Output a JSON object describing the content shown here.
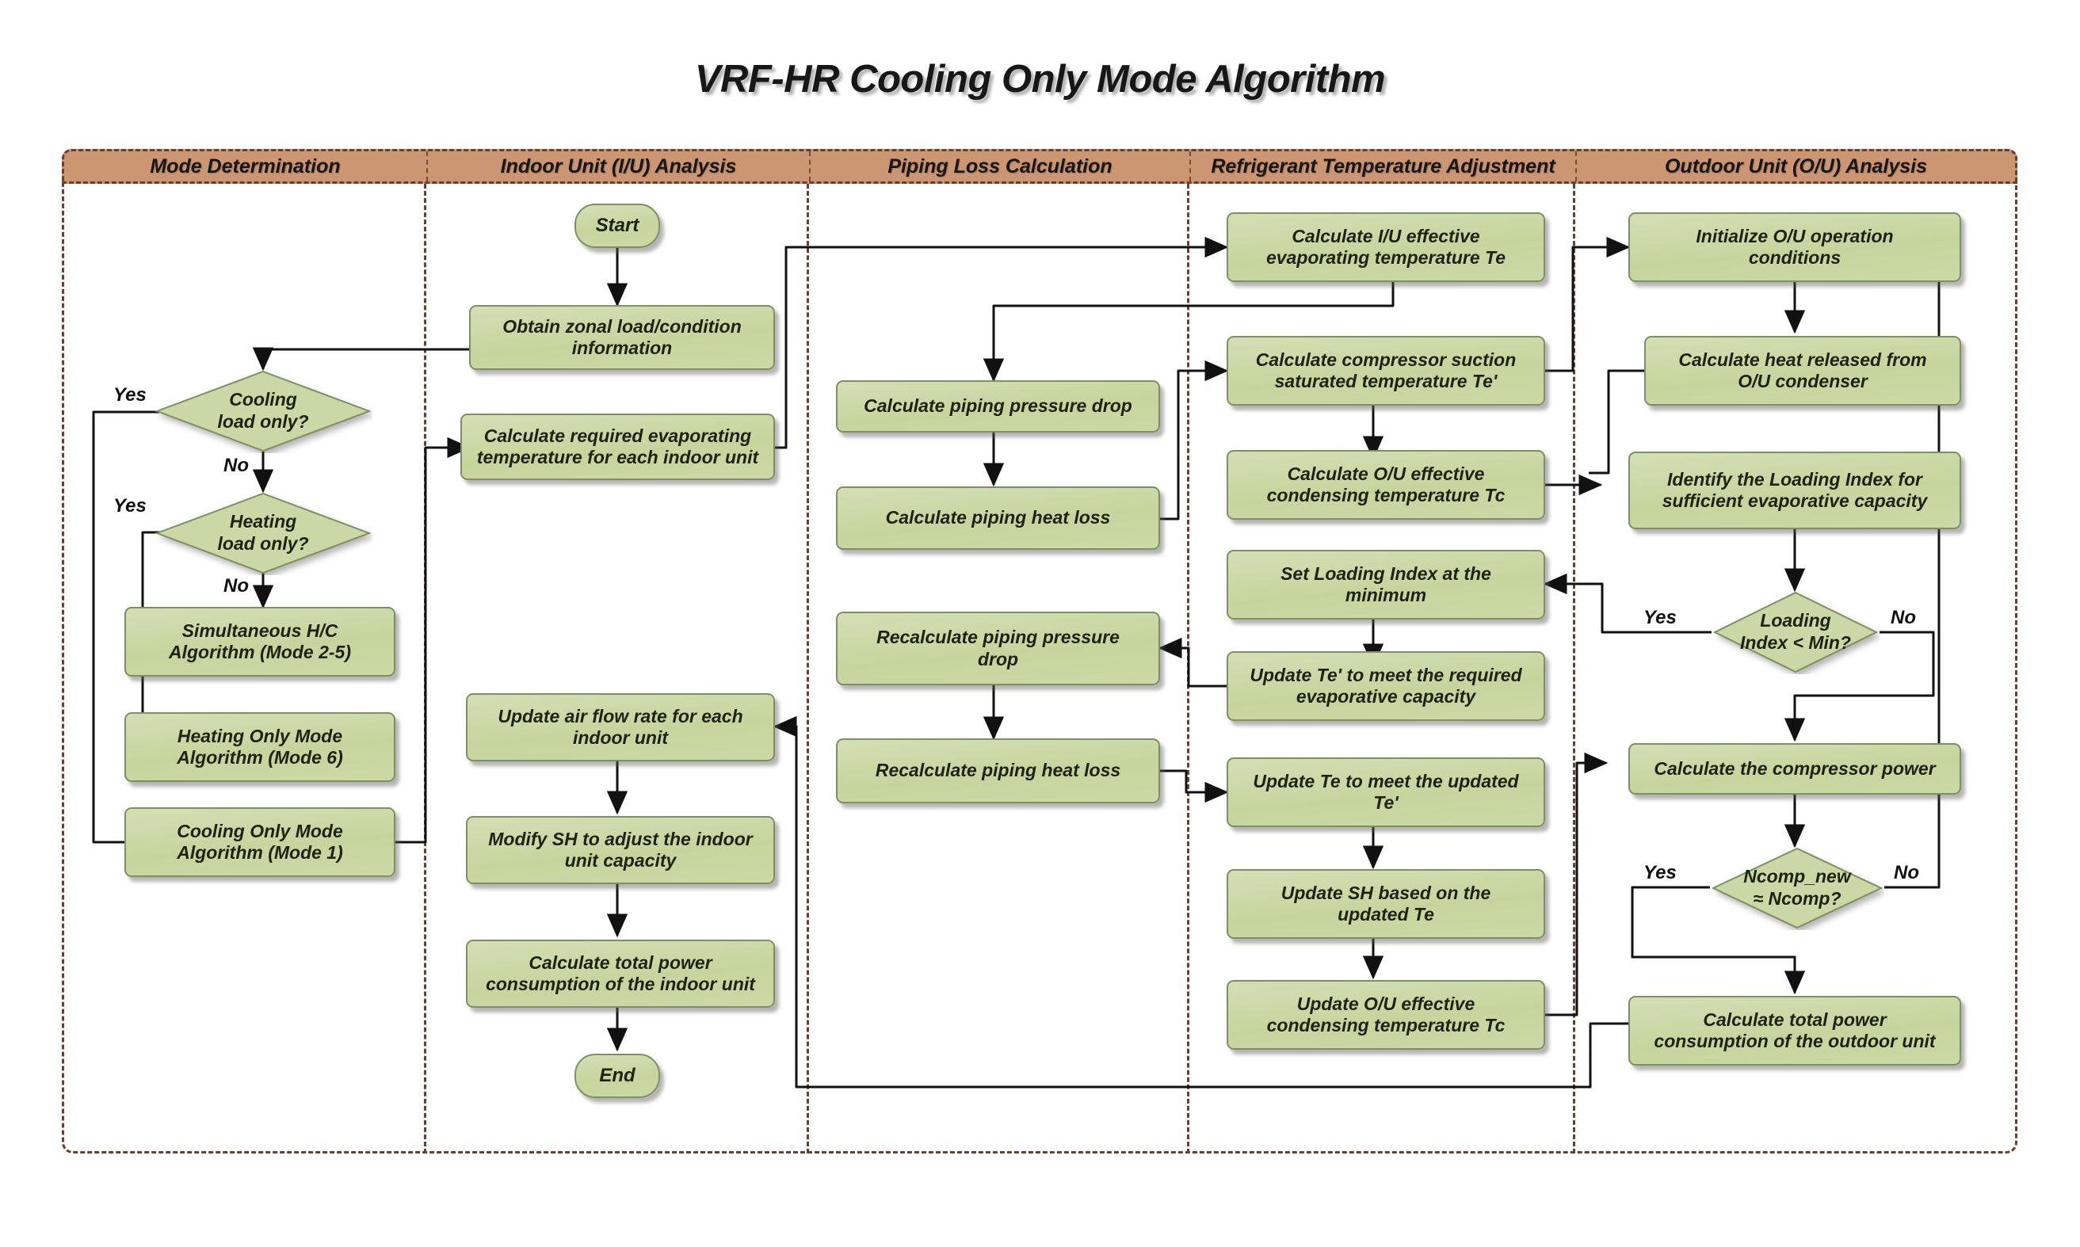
{
  "title": "VRF-HR Cooling Only Mode Algorithm",
  "colors": {
    "lane_header_fill": "#cd9673",
    "lane_border": "#6b3f2c",
    "node_fill": "#c9d8a4",
    "node_border": "#7f8f63",
    "text": "#1c2411"
  },
  "chart_data": {
    "type": "diagram",
    "subtype": "flowchart-swimlane",
    "lanes": [
      "Mode Determination",
      "Indoor Unit (I/U) Analysis",
      "Piping Loss Calculation",
      "Refrigerant Temperature Adjustment",
      "Outdoor Unit (O/U) Analysis"
    ]
  },
  "lanes": [
    {
      "label": "Mode Determination"
    },
    {
      "label": "Indoor Unit (I/U) Analysis"
    },
    {
      "label": "Piping Loss Calculation"
    },
    {
      "label": "Refrigerant Temperature Adjustment"
    },
    {
      "label": "Outdoor Unit (O/U) Analysis"
    }
  ],
  "nodes": {
    "start": "Start",
    "end": "End",
    "cooling_load_only": "Cooling\nload only?",
    "heating_load_only": "Heating\nload only?",
    "simultaneous_hc": "Simultaneous H/C\nAlgorithm (Mode 2-5)",
    "heating_only_mode": "Heating Only Mode\nAlgorithm (Mode 6)",
    "cooling_only_mode": "Cooling Only Mode\nAlgorithm (Mode 1)",
    "obtain_zonal": "Obtain zonal load/condition\ninformation",
    "calc_required_evap": "Calculate required evaporating\ntemperature for each indoor unit",
    "update_airflow": "Update air flow rate for each\nindoor unit",
    "modify_sh": "Modify SH to adjust the indoor\nunit capacity",
    "calc_total_power_iu": "Calculate total power\nconsumption of the indoor unit",
    "calc_pipe_pressure": "Calculate piping pressure drop",
    "calc_pipe_heatloss": "Calculate piping  heat loss",
    "recalc_pipe_pressure": "Recalculate piping pressure\ndrop",
    "recalc_pipe_heatloss": "Recalculate piping heat loss",
    "calc_iu_te": "Calculate I/U effective\nevaporating temperature Te",
    "calc_comp_suction": "Calculate compressor suction\nsaturated temperature Te'",
    "calc_ou_tc": "Calculate O/U effective\ncondensing temperature Tc",
    "set_loading_min": "Set Loading Index at the\nminimum",
    "update_tep": "Update Te' to meet the required\nevaporative capacity",
    "update_te": "Update Te to meet the updated\nTe'",
    "update_sh": "Update SH based on the\nupdated Te",
    "update_ou_tc": "Update O/U effective\ncondensing temperature Tc",
    "init_ou": "Initialize O/U operation\nconditions",
    "calc_heat_released": "Calculate heat released from\nO/U condenser",
    "identify_loading_index": "Identify the Loading Index for\nsufficient evaporative capacity",
    "loading_index_min": "Loading\nIndex < Min?",
    "calc_comp_power": "Calculate the compressor power",
    "ncomp_check": "Ncomp_new\n≈  Ncomp?",
    "calc_total_power_ou": "Calculate total power\nconsumption of the outdoor unit"
  },
  "edge_labels": {
    "cooling_yes": "Yes",
    "cooling_no": "No",
    "heating_yes": "Yes",
    "heating_no": "No",
    "loading_yes": "Yes",
    "loading_no": "No",
    "ncomp_yes": "Yes",
    "ncomp_no": "No"
  }
}
